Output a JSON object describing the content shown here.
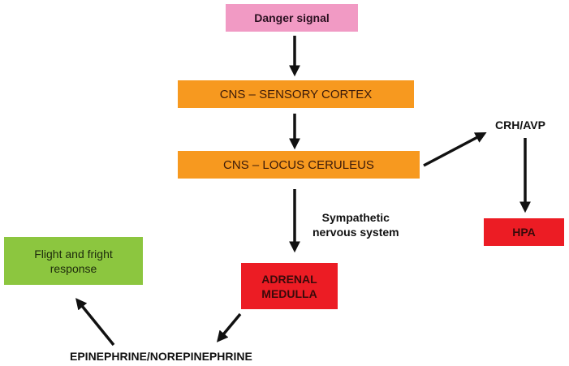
{
  "diagram": {
    "nodes": {
      "danger_signal": "Danger signal",
      "sensory_cortex": "CNS – SENSORY CORTEX",
      "locus_ceruleus": "CNS – LOCUS CERULEUS",
      "crh_avp": "CRH/AVP",
      "hpa": "HPA",
      "sympathetic_line1": "Sympathetic",
      "sympathetic_line2": "nervous system",
      "adrenal_line1": "ADRENAL",
      "adrenal_line2": "MEDULLA",
      "flight_line1": "Flight and fright",
      "flight_line2": "response",
      "epinephrine": "EPINEPHRINE/NOREPINEPHRINE"
    },
    "edges": [
      {
        "from": "Danger signal",
        "to": "CNS – SENSORY CORTEX"
      },
      {
        "from": "CNS – SENSORY CORTEX",
        "to": "CNS – LOCUS CERULEUS"
      },
      {
        "from": "CNS – LOCUS CERULEUS",
        "to": "CRH/AVP"
      },
      {
        "from": "CRH/AVP",
        "to": "HPA"
      },
      {
        "from": "CNS – LOCUS CERULEUS",
        "to": "ADRENAL MEDULLA",
        "label": "Sympathetic nervous system"
      },
      {
        "from": "ADRENAL MEDULLA",
        "to": "EPINEPHRINE/NOREPINEPHRINE"
      },
      {
        "from": "EPINEPHRINE/NOREPINEPHRINE",
        "to": "Flight and fright response"
      }
    ],
    "colors": {
      "pink": "#f19ac4",
      "orange": "#f7991f",
      "red": "#ec1c24",
      "green": "#8cc63f",
      "arrow": "#111111"
    }
  }
}
